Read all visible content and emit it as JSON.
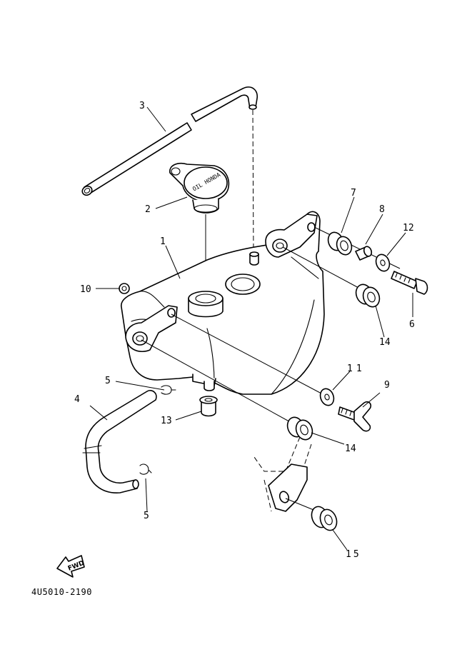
{
  "diagram": {
    "part_number": "4U5010-2190",
    "fwd_label": "FWD",
    "cap_text": "OIL HONDA",
    "callouts": {
      "c1": "1",
      "c2": "2",
      "c3": "3",
      "c4": "4",
      "c5a": "5",
      "c5b": "5",
      "c6": "6",
      "c7": "7",
      "c8": "8",
      "c9": "9",
      "c10": "10",
      "c11": "11",
      "c12": "12",
      "c13": "13",
      "c14a": "14",
      "c14b": "14",
      "c15": "15"
    }
  }
}
